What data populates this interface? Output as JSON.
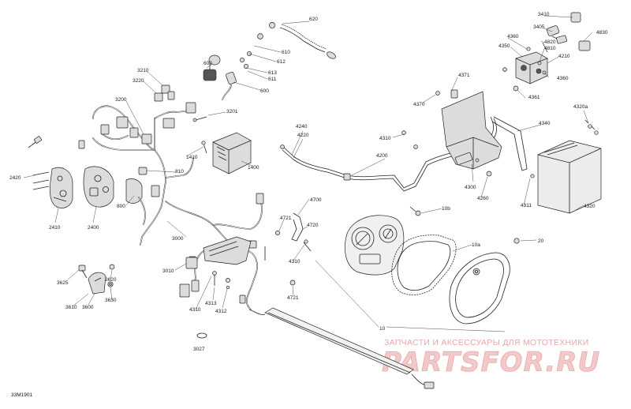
{
  "diagram": {
    "reference_code": "33M1901",
    "watermark": {
      "line1": "ЗАПЧАСТИ И АКСЕССУАРЫ ДЛЯ МОТОТЕХНИКИ",
      "line2": "PARTSFOR.RU"
    },
    "labels": [
      {
        "id": "620",
        "text": "620"
      },
      {
        "id": "610",
        "text": "610"
      },
      {
        "id": "612",
        "text": "612"
      },
      {
        "id": "613",
        "text": "613"
      },
      {
        "id": "611",
        "text": "611"
      },
      {
        "id": "600",
        "text": "600"
      },
      {
        "id": "600b",
        "text": "600"
      },
      {
        "id": "3210",
        "text": "3210"
      },
      {
        "id": "3220",
        "text": "3220"
      },
      {
        "id": "3200",
        "text": "3200"
      },
      {
        "id": "3201",
        "text": "3201"
      },
      {
        "id": "1410",
        "text": "1410"
      },
      {
        "id": "1400",
        "text": "1400"
      },
      {
        "id": "810",
        "text": "810"
      },
      {
        "id": "800",
        "text": "800"
      },
      {
        "id": "2420",
        "text": "2420"
      },
      {
        "id": "2410",
        "text": "2410"
      },
      {
        "id": "2400",
        "text": "2400"
      },
      {
        "id": "3000",
        "text": "3000"
      },
      {
        "id": "3010",
        "text": "3010"
      },
      {
        "id": "4310",
        "text": "4310"
      },
      {
        "id": "4313",
        "text": "4313"
      },
      {
        "id": "4312",
        "text": "4312"
      },
      {
        "id": "3625",
        "text": "3625"
      },
      {
        "id": "3620",
        "text": "3620"
      },
      {
        "id": "3630",
        "text": "3630"
      },
      {
        "id": "3610",
        "text": "3610"
      },
      {
        "id": "3600",
        "text": "3600"
      },
      {
        "id": "3027",
        "text": "3027"
      },
      {
        "id": "4240",
        "text": "4240"
      },
      {
        "id": "4220",
        "text": "4220"
      },
      {
        "id": "4310b",
        "text": "4310"
      },
      {
        "id": "4200",
        "text": "4200"
      },
      {
        "id": "4700",
        "text": "4700"
      },
      {
        "id": "4721",
        "text": "4721"
      },
      {
        "id": "4720",
        "text": "4720"
      },
      {
        "id": "4310c",
        "text": "4310"
      },
      {
        "id": "4721b",
        "text": "4721"
      },
      {
        "id": "4371",
        "text": "4371"
      },
      {
        "id": "4370",
        "text": "4370"
      },
      {
        "id": "4300",
        "text": "4300"
      },
      {
        "id": "4260",
        "text": "4260"
      },
      {
        "id": "4340",
        "text": "4340"
      },
      {
        "id": "4311",
        "text": "4311"
      },
      {
        "id": "4320a",
        "text": "4320a"
      },
      {
        "id": "4320",
        "text": "4320"
      },
      {
        "id": "3410",
        "text": "3410"
      },
      {
        "id": "3405",
        "text": "3405"
      },
      {
        "id": "4830",
        "text": "4830"
      },
      {
        "id": "4360",
        "text": "4360"
      },
      {
        "id": "4820",
        "text": "4820"
      },
      {
        "id": "4350",
        "text": "4350"
      },
      {
        "id": "4810",
        "text": "4810"
      },
      {
        "id": "4210",
        "text": "4210"
      },
      {
        "id": "4360b",
        "text": "4360"
      },
      {
        "id": "4361",
        "text": "4361"
      },
      {
        "id": "10b",
        "text": "10b"
      },
      {
        "id": "10a",
        "text": "10a"
      },
      {
        "id": "20",
        "text": "20"
      },
      {
        "id": "10",
        "text": "10"
      }
    ]
  }
}
